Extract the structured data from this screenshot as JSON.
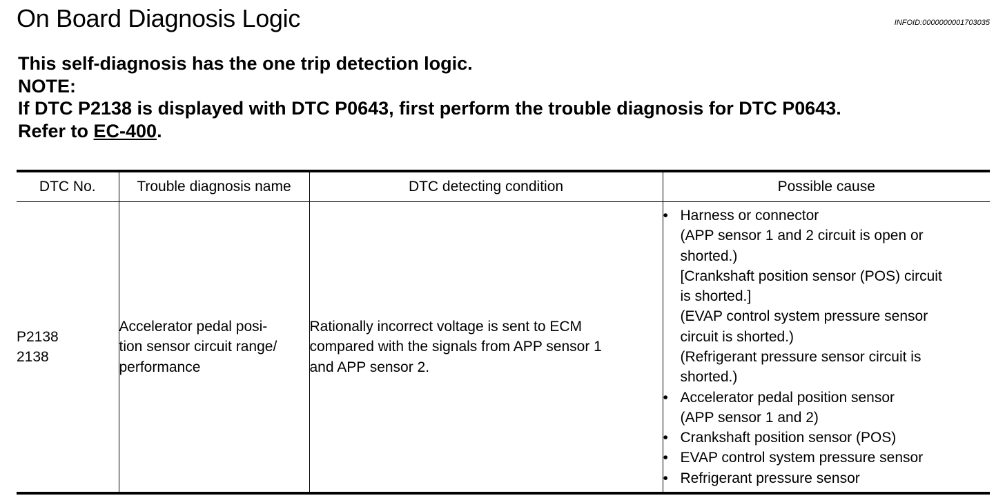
{
  "header": {
    "title": "On Board Diagnosis Logic",
    "infoid": "INFOID:0000000001703035"
  },
  "intro": {
    "line1": "This self-diagnosis has the one trip detection logic.",
    "line2": "NOTE:",
    "line3": "If DTC P2138 is displayed with DTC P0643, first perform the trouble diagnosis for DTC P0643.",
    "line4_prefix": "Refer to ",
    "line4_link": "EC-400",
    "line4_suffix": "."
  },
  "table": {
    "headers": [
      "DTC No.",
      "Trouble diagnosis name",
      "DTC detecting condition",
      "Possible cause"
    ],
    "row": {
      "dtc_no": [
        "P2138",
        "2138"
      ],
      "name": [
        "Accelerator pedal posi-",
        "tion sensor circuit range/",
        "performance"
      ],
      "condition": [
        "Rationally incorrect voltage is sent to ECM",
        "compared with the signals from APP sensor 1",
        "and APP sensor 2."
      ],
      "bullet_symbol": "•",
      "causes": [
        {
          "lines": [
            "Harness or connector",
            "(APP sensor 1 and 2 circuit is open or",
            "shorted.)",
            "[Crankshaft position sensor (POS) circuit",
            "is shorted.]",
            "(EVAP control system pressure sensor",
            "circuit is shorted.)",
            "(Refrigerant pressure sensor circuit is",
            "shorted.)"
          ]
        },
        {
          "lines": [
            "Accelerator pedal position sensor",
            "(APP sensor 1 and 2)"
          ]
        },
        {
          "lines": [
            "Crankshaft position sensor (POS)"
          ]
        },
        {
          "lines": [
            "EVAP control system pressure sensor"
          ]
        },
        {
          "lines": [
            "Refrigerant pressure sensor"
          ]
        }
      ]
    }
  }
}
